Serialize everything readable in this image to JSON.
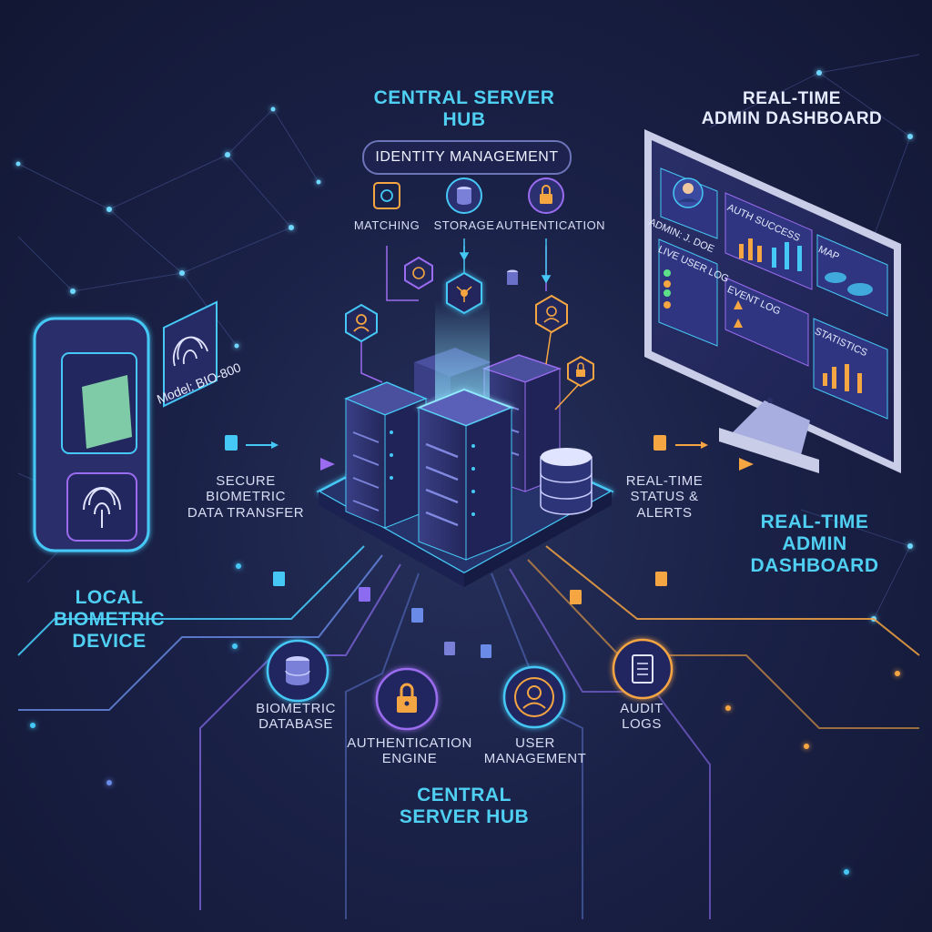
{
  "hub": {
    "title": "CENTRAL SERVER\nHUB",
    "bottom_title": "CENTRAL\nSERVER HUB",
    "pill": "IDENTITY MANAGEMENT",
    "functions": [
      {
        "label": "MATCHING",
        "icon": "face-scan-icon"
      },
      {
        "label": "STORAGE",
        "icon": "database-icon"
      },
      {
        "label": "AUTHENTICATION",
        "icon": "lock-icon"
      }
    ]
  },
  "device": {
    "title": "LOCAL\nBIOMETRIC\nDEVICE",
    "model": "Model: BIO-800"
  },
  "transfer": {
    "left": "SECURE\nBIOMETRIC\nDATA TRANSFER",
    "right": "REAL-TIME\nSTATUS &\nALERTS"
  },
  "dashboard": {
    "title_top": "REAL-TIME\nADMIN DASHBOARD",
    "title_side": "REAL-TIME\nADMIN\nDASHBOARD",
    "screen": {
      "admin": "ADMIN: J. DOE",
      "auth_success": "AUTH SUCCESS",
      "map": "MAP",
      "live_user_log": "LIVE USER LOG",
      "event_log": "EVENT LOG",
      "statistics": "STATISTICS"
    }
  },
  "modules": [
    {
      "label": "BIOMETRIC\nDATABASE",
      "icon": "database-icon"
    },
    {
      "label": "AUTHENTICATION\nENGINE",
      "icon": "lock-icon"
    },
    {
      "label": "USER\nMANAGEMENT",
      "icon": "user-icon"
    },
    {
      "label": "AUDIT\nLOGS",
      "icon": "document-icon"
    }
  ],
  "colors": {
    "accent_cyan": "#4fd0f2",
    "accent_purple": "#9b6cf0",
    "accent_orange": "#f5a542",
    "background": "#1a2147"
  }
}
